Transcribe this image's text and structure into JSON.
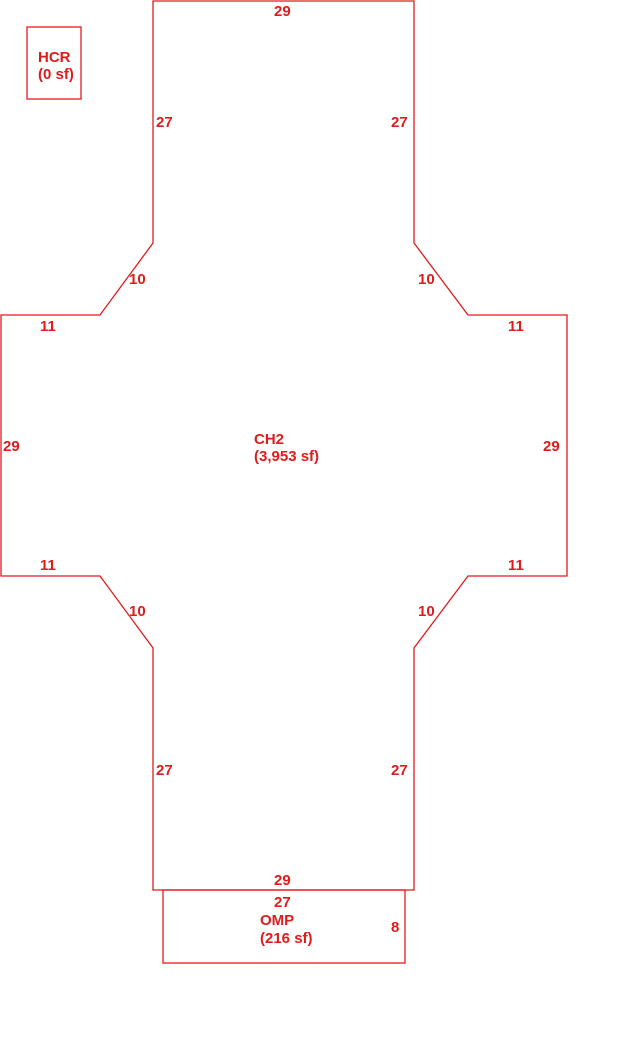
{
  "line_color": "#e01b1b",
  "areas": {
    "hcr": {
      "name": "HCR",
      "area": "(0 sf)"
    },
    "ch2": {
      "name": "CH2",
      "area": "(3,953 sf)"
    },
    "omp": {
      "name": "OMP",
      "area": "(216 sf)"
    }
  },
  "dimensions": {
    "ch2_top": "29",
    "ch2_top_left": "27",
    "ch2_top_right": "27",
    "ch2_upper_left_diag": "10",
    "ch2_upper_right_diag": "10",
    "ch2_upper_left_arm": "11",
    "ch2_upper_right_arm": "11",
    "ch2_left": "29",
    "ch2_right": "29",
    "ch2_lower_left_arm": "11",
    "ch2_lower_right_arm": "11",
    "ch2_lower_left_diag": "10",
    "ch2_lower_right_diag": "10",
    "ch2_bottom_left": "27",
    "ch2_bottom_right": "27",
    "ch2_bottom": "29",
    "omp_top": "27",
    "omp_right": "8"
  }
}
